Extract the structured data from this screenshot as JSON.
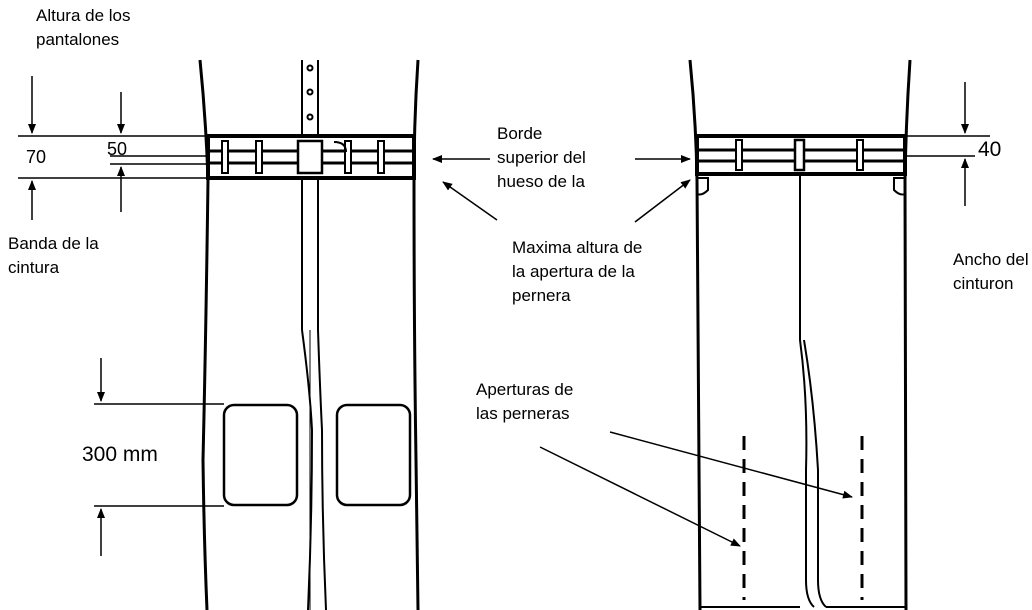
{
  "labels": {
    "altura_pantalones": [
      "Altura de los",
      "pantalones"
    ],
    "dim_70": "70",
    "dim_50": "50",
    "banda_cintura": [
      "Banda de la",
      "cintura"
    ],
    "borde_superior": [
      "Borde",
      "superior del",
      "hueso de la"
    ],
    "maxima_altura": [
      "Maxima altura de",
      "la apertura de la",
      "pernera"
    ],
    "dim_40": "40",
    "ancho_cinturon": [
      "Ancho del",
      "cinturon"
    ],
    "aperturas_perneras": [
      "Aperturas de",
      "las perneras"
    ],
    "dim_300": "300 mm"
  },
  "colors": {
    "line": "#000000",
    "background": "#ffffff"
  }
}
